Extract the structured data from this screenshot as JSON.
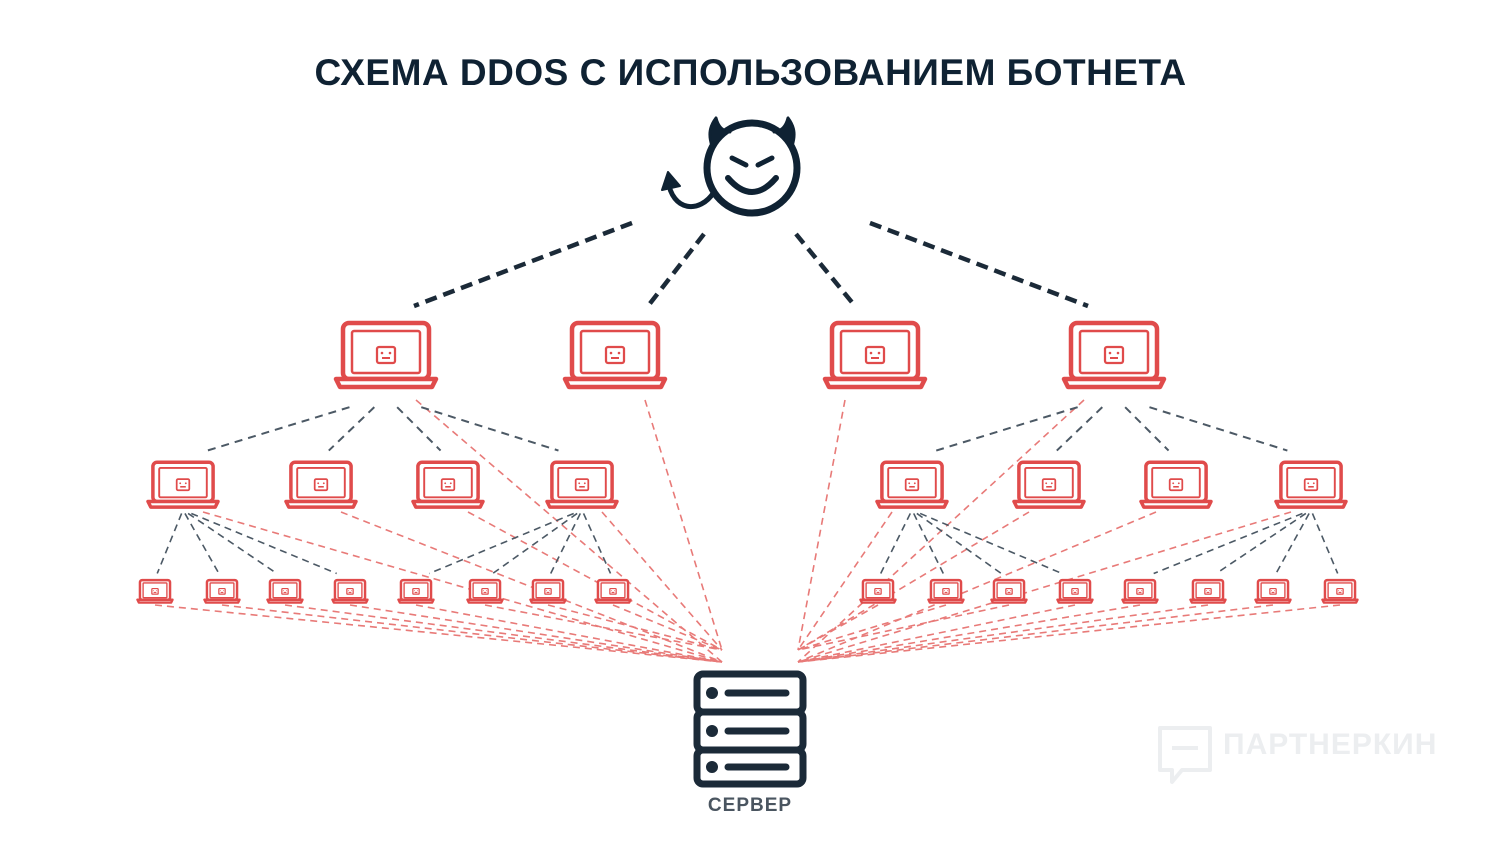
{
  "title": "СХЕМА DDOS С ИСПОЛЬЗОВАНИЕМ БОТНЕТА",
  "server_label": "СЕРВЕР",
  "watermark_text": "ПАРТНЕРКИН",
  "colors": {
    "title": "#0f2233",
    "control_line": "#1b2a38",
    "botnet_line": "#4c5965",
    "attack_line": "#e87a78",
    "bot": "#e04b4b",
    "server": "#1b2a38",
    "watermark": "#eceef0"
  },
  "icons": {
    "attacker": "devil-smiley-icon",
    "bot": "laptop-icon",
    "target": "server-icon",
    "brand": "chat-bubble-logo-icon"
  },
  "diagram": {
    "attacker": "devil-smiley",
    "target": "server",
    "bot_levels": [
      4,
      8,
      16
    ]
  }
}
